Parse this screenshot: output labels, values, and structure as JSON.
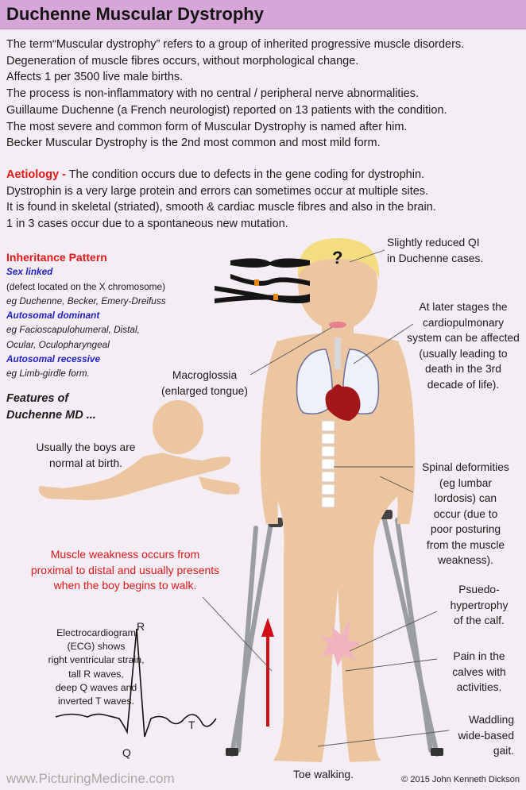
{
  "title": "Duchenne Muscular Dystrophy",
  "intro": [
    "The term“Muscular dystrophy” refers to a group of inherited progressive muscle disorders.",
    "Degeneration of muscle fibres occurs, without morphological change.",
    "Affects 1 per 3500 live male births.",
    "The process is non-inflammatory with no central / peripheral nerve abnormalities.",
    "Guillaume Duchenne (a French neurologist) reported on 13 patients with the condition.",
    "The most severe and common form of Muscular Dystrophy is named after him.",
    "Becker Muscular Dystrophy is the 2nd most common and most mild form."
  ],
  "aetiology": {
    "heading": "Aetiology -",
    "first": " The condition occurs due to defects in the gene coding for dystrophin.",
    "lines": [
      "Dystrophin is a very large protein and errors can sometimes occur at multiple sites.",
      "It is found in skeletal (striated), smooth & cardiac muscle fibres and also in the brain.",
      "1 in 3 cases occur due to a spontaneous new mutation."
    ]
  },
  "inheritance": {
    "heading": "Inheritance Pattern",
    "sex_linked": "Sex linked",
    "sex_linked_note": "(defect located on the X chromosome)",
    "sex_linked_eg": "eg Duchenne, Becker, Emery-Dreifuss",
    "dominant": "Autosomal dominant",
    "dominant_eg1": "eg Facioscapulohumeral, Distal,",
    "dominant_eg2": "Ocular, Oculopharyngeal",
    "recessive": "Autosomal recessive",
    "recessive_eg": "eg Limb-girdle form."
  },
  "features": [
    "Features of",
    "Duchenne MD ..."
  ],
  "labels": {
    "iq": [
      "Slightly reduced QI",
      "in Duchenne cases."
    ],
    "question_mark": "?",
    "cardio": [
      "At later stages the",
      "cardiopulmonary",
      "system can be affected",
      "(usually leading to",
      "death in the 3rd",
      "decade of life)."
    ],
    "tongue": [
      "Macroglossia",
      "(enlarged tongue)"
    ],
    "birth": [
      "Usually the boys are",
      "normal at birth."
    ],
    "spine": [
      "Spinal deformities",
      "(eg lumbar",
      "lordosis) can",
      "occur (due to",
      "poor posturing",
      "from the muscle",
      "weakness)."
    ],
    "weakness": [
      "Muscle weakness occurs from",
      "proximal to distal and usually presents",
      "when the boy begins to walk."
    ],
    "calf": [
      "Psuedo-",
      "hypertrophy",
      "of the calf."
    ],
    "pain": [
      "Pain in the",
      "calves with",
      "activities."
    ],
    "gait": [
      "Waddling",
      "wide-based",
      "gait."
    ],
    "toe": "Toe walking.",
    "ecg": [
      "Electrocardiogram",
      "(ECG) shows",
      "right ventricular strain,",
      "tall R waves,",
      "deep Q waves and",
      "inverted T waves."
    ],
    "ecg_r": "R",
    "ecg_q": "Q",
    "ecg_t": "T"
  },
  "footer": {
    "website": "www.PicturingMedicine.com",
    "copyright": "© 2015 John Kenneth Dickson"
  },
  "colors": {
    "header": "#d7a6d8",
    "accent_red": "#e01818",
    "accent_blue": "#1f1fc8",
    "skin": "#ecc6a0",
    "hair": "#f4dc80"
  }
}
